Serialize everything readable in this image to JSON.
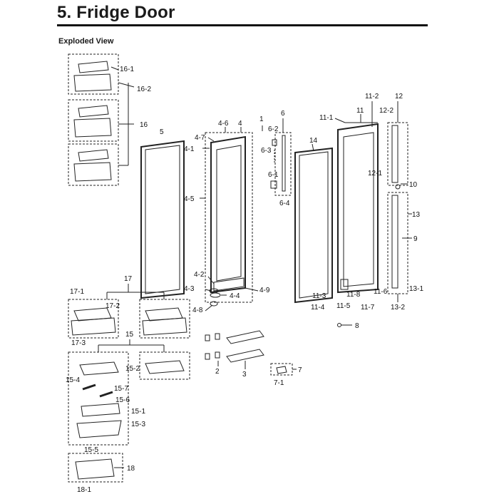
{
  "page": {
    "title": "5.  Fridge Door",
    "subtitle": "Exploded View"
  },
  "labels": [
    "16-1",
    "16-2",
    "16",
    "5",
    "4-6",
    "4",
    "4-7",
    "4-1",
    "4-5",
    "1",
    "6",
    "6-2",
    "6-3",
    "6-1",
    "6-4",
    "14",
    "11-1",
    "11",
    "11-2",
    "12-2",
    "12",
    "12-1",
    "10",
    "13",
    "9",
    "11-6",
    "13-1",
    "13-2",
    "11-3",
    "11-8",
    "11-4",
    "11-5",
    "11-7",
    "8",
    "4-2",
    "4-3",
    "4-4",
    "4-9",
    "4-8",
    "17",
    "17-1",
    "17-2",
    "17-3",
    "15",
    "15-2",
    "15-4",
    "15-7",
    "15-6",
    "15-1",
    "15-3",
    "2",
    "3",
    "7",
    "7-1",
    "15-5",
    "18",
    "18-1"
  ]
}
